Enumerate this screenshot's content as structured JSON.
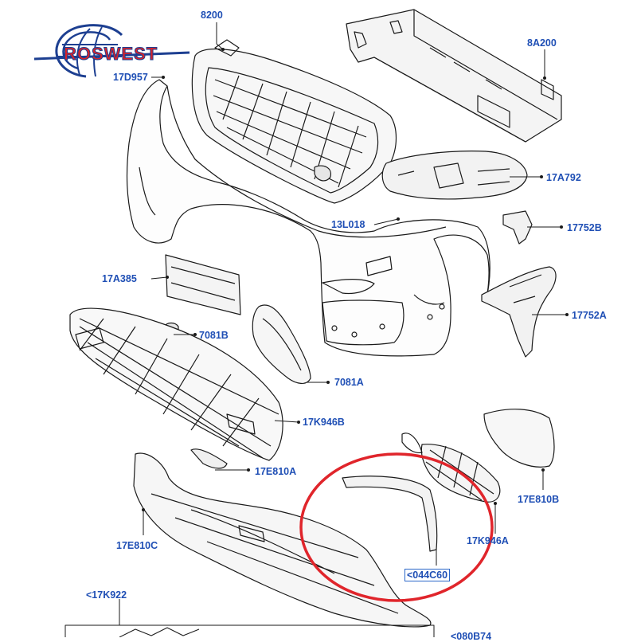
{
  "logo": {
    "text": "ROSWEST",
    "colors": {
      "red": "#d8232a",
      "blue": "#1d3f91"
    }
  },
  "labels": {
    "p8200": "8200",
    "p8A200": "8A200",
    "p17D957": "17D957",
    "p17A792": "17A792",
    "p13L018": "13L018",
    "p17752B": "17752B",
    "p17A385": "17A385",
    "p17752A": "17752A",
    "p7081B": "7081B",
    "p7081A": "7081A",
    "p17K946B": "17K946B",
    "p17E810A": "17E810A",
    "p17E810B": "17E810B",
    "p17E810C": "17E810C",
    "p17K946A": "17K946A",
    "p044C60": "<044C60",
    "p17K922": "<17K922",
    "p080B74": "<080B74"
  },
  "colors": {
    "label": "#1f4fb5",
    "line": "#1a1a1a",
    "highlight": "#e0252b"
  }
}
